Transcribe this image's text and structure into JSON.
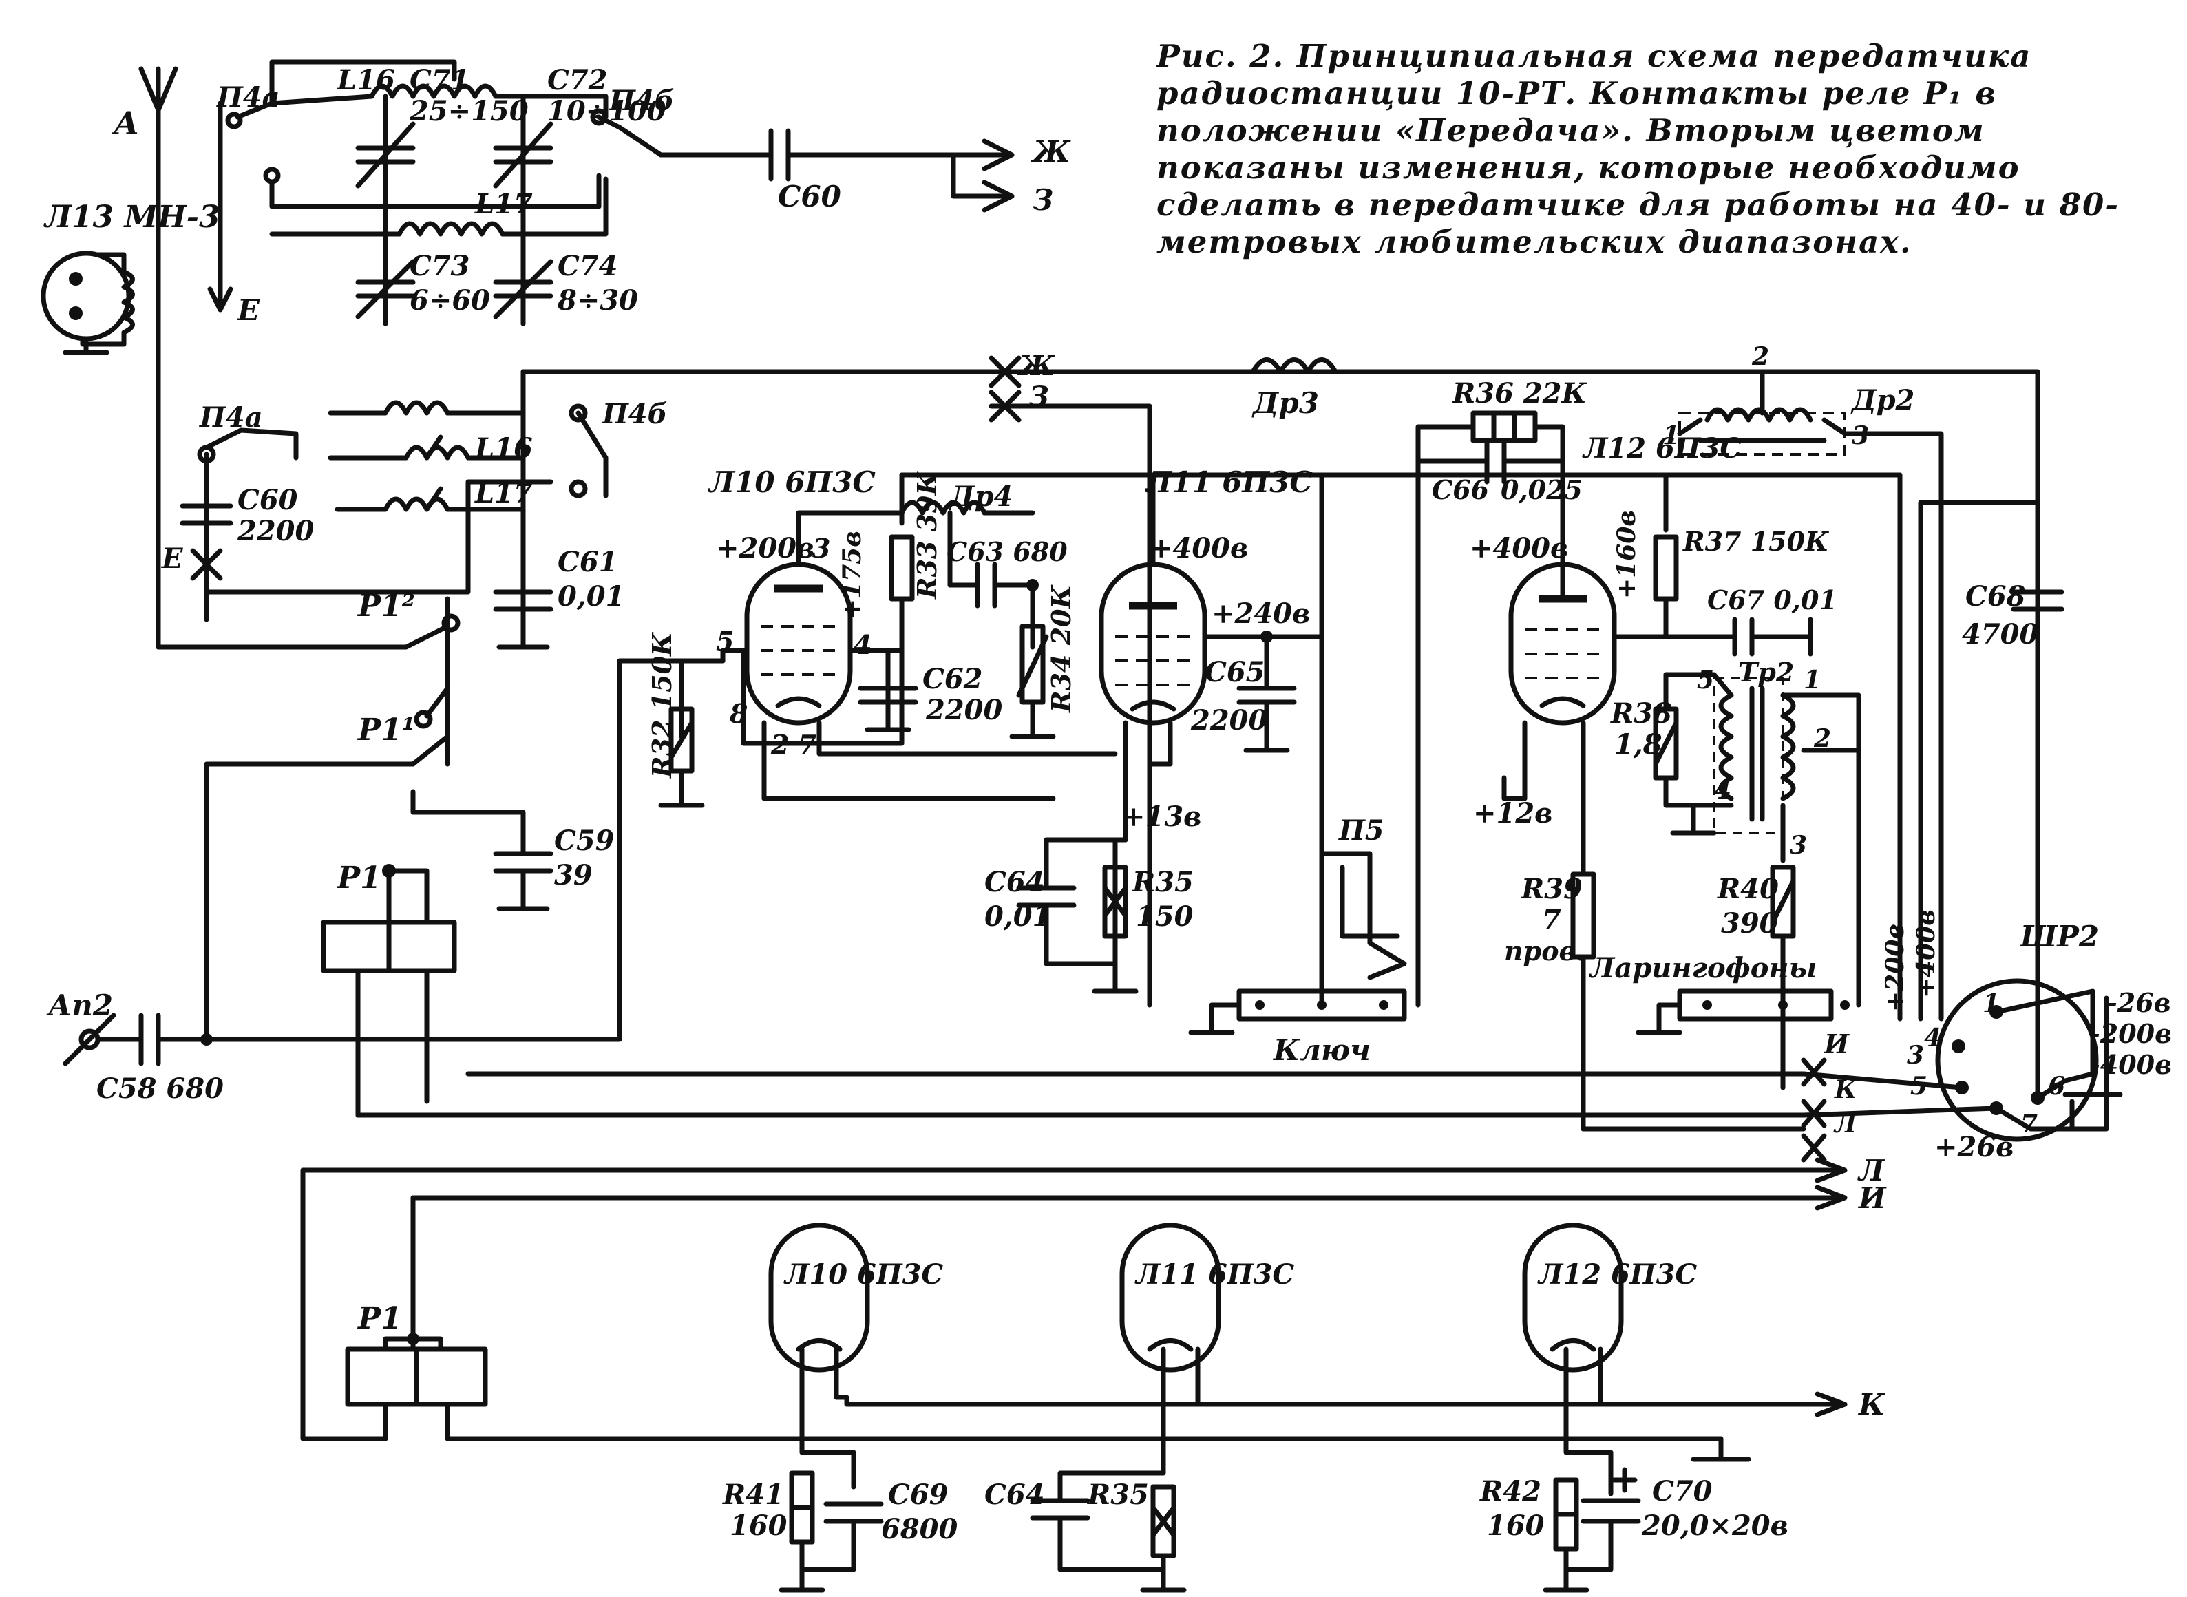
{
  "caption": "Рис. 2. Принципиальная схема передатчика радиостанции 10-РТ. Контакты реле Р₁ в положении «Передача». Вторым цветом показаны изменения, которые необходимо сделать в передатчике для работы на 40- и 80- метровых любительских диапазонах.",
  "labels": {
    "antenna": "А",
    "lamp13": "Л13 МН-3",
    "p4a": "П4а",
    "p4b": "П4б",
    "l16": "L16",
    "l17": "L17",
    "e": "E",
    "zh": "Ж",
    "z": "З",
    "i": "И",
    "k": "К",
    "l": "Л",
    "dr3": "Др3",
    "dr2": "Др2",
    "dr4": "Др4",
    "p5": "П5",
    "key": "Ключ",
    "laryngophones": "Ларингофоны",
    "shr2": "ШР2",
    "tr2": "Тр2",
    "ap2": "Ап2",
    "p1": "Р1",
    "p1_1": "Р1¹",
    "p1_2": "Р1²"
  },
  "tubes": [
    {
      "label": "Л10 6П3С"
    },
    {
      "label": "Л11 6П3С"
    },
    {
      "label": "Л12 6П3С"
    }
  ],
  "components": {
    "c71": "С71",
    "c71v": "25÷150",
    "c72": "С72",
    "c72v": "10÷100",
    "c73": "С73",
    "c73v": "6÷60",
    "c74": "С74",
    "c74v": "8÷30",
    "c60top": "С60",
    "c60": "С60",
    "c60v": "2200",
    "c61": "С61",
    "c61v": "0,01",
    "c59": "С59",
    "c59v": "39",
    "c58": "С58 680",
    "r32": "R32 150К",
    "r33": "R33 39К",
    "c63": "С63 680",
    "c62": "С62",
    "c62v": "2200",
    "r34": "R34 20К",
    "c65": "С65",
    "c65v": "2200",
    "c64": "С64",
    "c64v": "0,01",
    "r35": "R35",
    "r35v": "150",
    "r36": "R36 22К",
    "c66": "С66",
    "c66v": "0,025",
    "r37": "R37 150К",
    "c67": "С67 0,01",
    "r38": "R38",
    "r38v": "1,8",
    "r39": "R39",
    "r39v": "7",
    "r39w": "пров.",
    "r40": "R40",
    "r40v": "390",
    "c68": "С68",
    "c68v": "4700",
    "r41": "R41",
    "r41v": "160",
    "c69": "С69",
    "c69v": "6800",
    "c64b": "С64",
    "r35b": "R35",
    "r42": "R42",
    "r42v": "160",
    "c70": "С70",
    "c70v": "20,0×20в"
  },
  "voltages": {
    "v200a": "+200в",
    "v175": "+175в",
    "v400a": "+400в",
    "v240": "+240в",
    "v13": "+13в",
    "v400b": "+400в",
    "v160": "+160в",
    "v12": "+12в",
    "v200b": "+200в",
    "v400c": "+400в",
    "m26": "-26в",
    "m200": "-200в",
    "m400": "-400в",
    "p26": "+26в"
  },
  "pins": {
    "p3": "3",
    "p4": "4",
    "p5": "5",
    "p8": "8",
    "p27": "2 7",
    "dr2_1": "1",
    "dr2_2": "2",
    "dr2_3": "3",
    "tr_5": "5",
    "tr_4": "4",
    "tr_1": "1",
    "tr_2": "2",
    "tr_3": "3",
    "shr_1": "1",
    "shr_3": "3",
    "shr_4": "4",
    "shr_5": "5",
    "shr_6": "6",
    "shr_7": "7"
  }
}
